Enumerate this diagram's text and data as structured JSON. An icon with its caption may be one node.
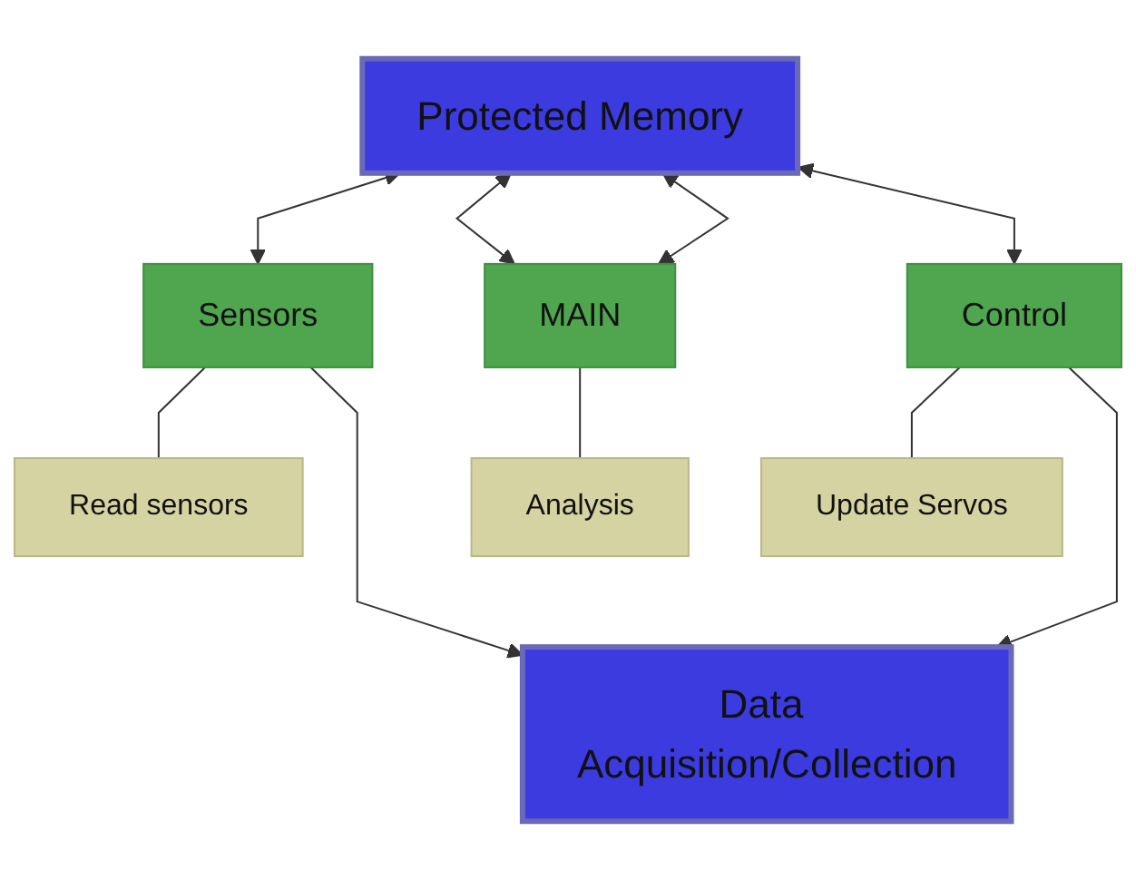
{
  "diagram": {
    "nodes": [
      {
        "text": [
          "Protected Memory"
        ]
      },
      {
        "text": [
          "Sensors"
        ]
      },
      {
        "text": [
          "MAIN"
        ]
      },
      {
        "text": [
          "Control"
        ]
      },
      {
        "text": [
          "Read sensors"
        ]
      },
      {
        "text": [
          "Analysis"
        ]
      },
      {
        "text": [
          "Update Servos"
        ]
      },
      {
        "text": [
          "Data Acquisition/Collection"
        ]
      }
    ],
    "edges": [
      {
        "from": 1,
        "to": 0,
        "arrow": "both"
      },
      {
        "from": 2,
        "to": 0,
        "arrow": "both"
      },
      {
        "from": 2,
        "to": 0,
        "arrow": "both"
      },
      {
        "from": 3,
        "to": 0,
        "arrow": "both"
      },
      {
        "from": 1,
        "to": 4,
        "arrow": "none"
      },
      {
        "from": 2,
        "to": 5,
        "arrow": "none"
      },
      {
        "from": 3,
        "to": 6,
        "arrow": "none"
      },
      {
        "from": 1,
        "to": 7,
        "arrow": "to"
      },
      {
        "from": 3,
        "to": 7,
        "arrow": "to"
      }
    ]
  }
}
